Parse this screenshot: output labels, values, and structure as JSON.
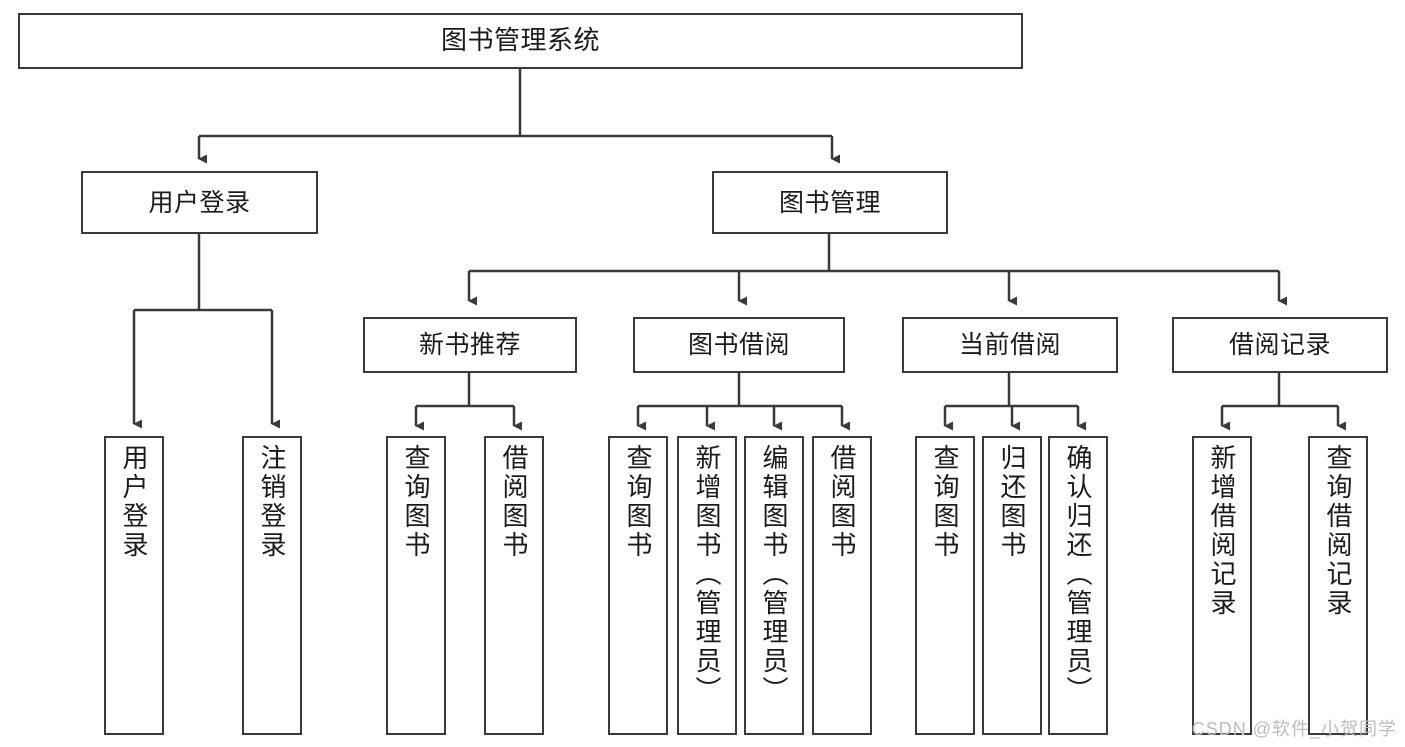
{
  "diagram": {
    "title": "图书管理系统",
    "type": "tree",
    "levels": 4,
    "nodes": {
      "root": {
        "label": "图书管理系统"
      },
      "level2": [
        {
          "label": "用户登录"
        },
        {
          "label": "图书管理"
        }
      ],
      "level3": [
        {
          "label": "新书推荐"
        },
        {
          "label": "图书借阅"
        },
        {
          "label": "当前借阅"
        },
        {
          "label": "借阅记录"
        }
      ],
      "leaves_user_login": [
        {
          "label": "用户登录"
        },
        {
          "label": "注销登录"
        }
      ],
      "leaves_new_book": [
        {
          "label": "查询图书"
        },
        {
          "label": "借阅图书"
        }
      ],
      "leaves_borrow": [
        {
          "label": "查询图书"
        },
        {
          "label": "新增图书（管理员）"
        },
        {
          "label": "编辑图书（管理员）"
        },
        {
          "label": "借阅图书"
        }
      ],
      "leaves_current": [
        {
          "label": "查询图书"
        },
        {
          "label": "归还图书"
        },
        {
          "label": "确认归还（管理员）"
        }
      ],
      "leaves_records": [
        {
          "label": "新增借阅记录"
        },
        {
          "label": "查询借阅记录"
        }
      ]
    },
    "colors": {
      "node_border": "#3a3a3a",
      "node_fill": "#ffffff",
      "edge": "#3a3a3a",
      "text": "#1b1b1b",
      "watermark": "#bcbcbc"
    }
  },
  "watermark": {
    "text": "CSDN @软件_小贺同学"
  }
}
